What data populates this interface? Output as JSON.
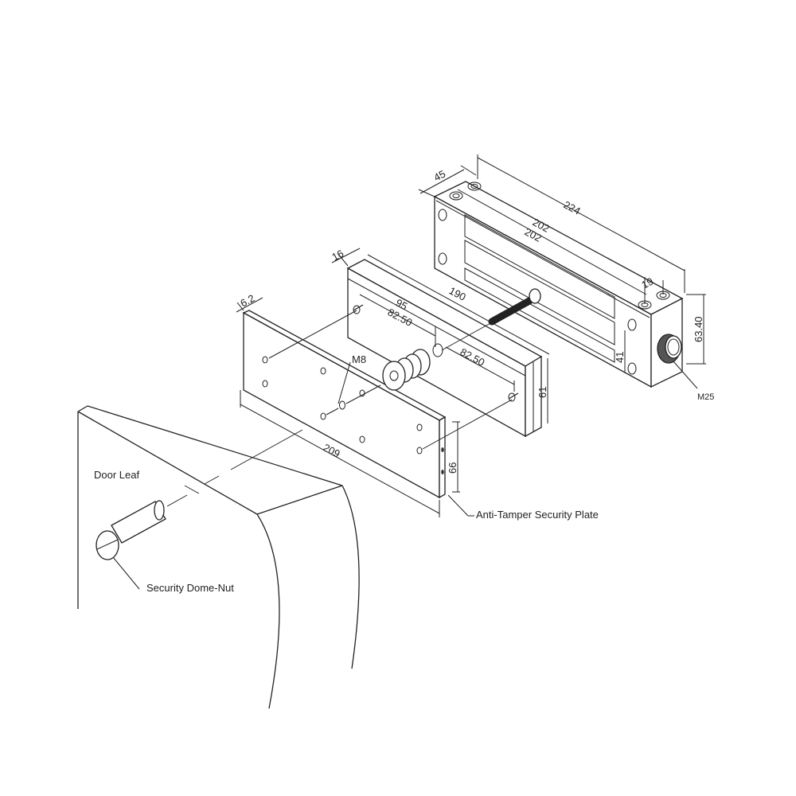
{
  "labels": {
    "door_leaf": "Door Leaf",
    "security_dome_nut": "Security Dome-Nut",
    "anti_tamper_plate": "Anti-Tamper Security Plate",
    "thread_m8": "M8",
    "conduit_m25": "M25"
  },
  "dimensions": {
    "magnet_depth": "45",
    "magnet_length": "224",
    "magnet_inner_a": "202",
    "magnet_inner_b": "202",
    "magnet_hole_spacing": "19",
    "magnet_height": "63.40",
    "magnet_face_height": "41",
    "armature_thickness": "16",
    "armature_length": "190",
    "armature_height": "61",
    "armature_hole_center": "95",
    "armature_half_a": "82.50",
    "armature_half_b": "82.50",
    "plate_thickness": "6.2",
    "plate_length": "209",
    "plate_height": "66"
  }
}
